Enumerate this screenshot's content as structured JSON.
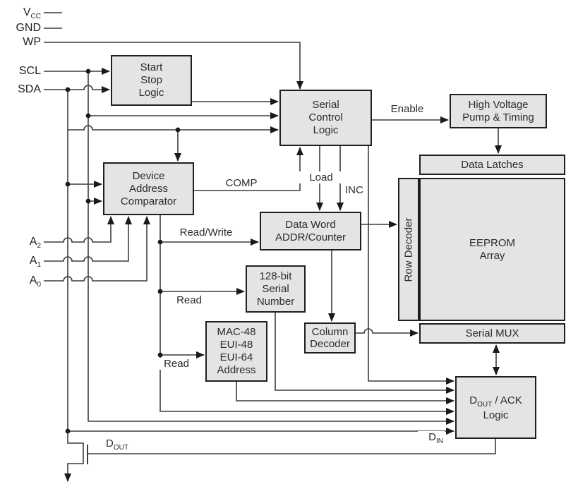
{
  "colors": {
    "background": "#ffffff",
    "block_fill": "#e4e4e4",
    "block_border": "#1f1f1f",
    "wire": "#3c3c3c",
    "arrow_and_dot": "#1a1a1a"
  },
  "pins": {
    "vcc": {
      "main": "V",
      "sub": "CC"
    },
    "gnd": {
      "main": "GND",
      "sub": ""
    },
    "wp": {
      "main": "WP",
      "sub": ""
    },
    "scl": {
      "main": "SCL",
      "sub": ""
    },
    "sda": {
      "main": "SDA",
      "sub": ""
    },
    "a2": {
      "main": "A",
      "sub": "2"
    },
    "a1": {
      "main": "A",
      "sub": "1"
    },
    "a0": {
      "main": "A",
      "sub": "0"
    }
  },
  "blocks": {
    "start_stop": {
      "lines": [
        "Start",
        "Stop",
        "Logic"
      ]
    },
    "serial_control": {
      "lines": [
        "Serial",
        "Control",
        "Logic"
      ]
    },
    "hv_pump": {
      "lines": [
        "High Voltage",
        "Pump & Timing"
      ]
    },
    "data_latches": {
      "lines": [
        "Data Latches"
      ]
    },
    "row_decoder": {
      "lines": [
        "Row Decoder"
      ]
    },
    "eeprom_array": {
      "lines": [
        "EEPROM",
        "Array"
      ]
    },
    "serial_mux": {
      "lines": [
        "Serial MUX"
      ]
    },
    "device_address_comparator": {
      "lines": [
        "Device",
        "Address",
        "Comparator"
      ]
    },
    "data_word_addr_counter": {
      "lines": [
        "Data Word",
        "ADDR/Counter"
      ]
    },
    "serial_number_128": {
      "lines": [
        "128-bit",
        "Serial",
        "Number"
      ]
    },
    "mac_address": {
      "lines": [
        "MAC-48",
        "EUI-48",
        "EUI-64",
        "Address"
      ]
    },
    "column_decoder": {
      "lines": [
        "Column",
        "Decoder"
      ]
    },
    "dout_ack": {
      "line1_main": "D",
      "line1_sub": "OUT",
      "line1_rest": " / ACK",
      "line2": "Logic"
    }
  },
  "signals": {
    "enable": "Enable",
    "comp": "COMP",
    "load": "Load",
    "inc": "INC",
    "read_write": "Read/Write",
    "read_serial": "Read",
    "read_mac": "Read",
    "din": {
      "main": "D",
      "sub": "IN"
    },
    "dout": {
      "main": "D",
      "sub": "OUT"
    }
  }
}
